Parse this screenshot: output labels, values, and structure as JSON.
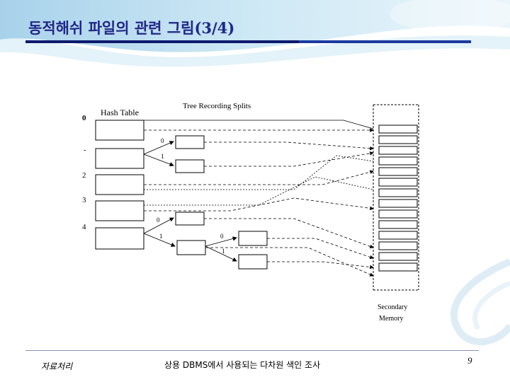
{
  "slide": {
    "title": "동적해쉬 파일의 관련 그림(3/4)",
    "footer_left": "자료처리",
    "footer_center": "상용 DBMS에서 사용되는 다차원 색인 조사",
    "page_number": "9"
  },
  "diagram": {
    "hash_table_label": "Hash Table",
    "tree_label": "Tree Recording Splits",
    "secondary_memory_label_1": "Secondary",
    "secondary_memory_label_2": "Memory",
    "index_labels": [
      "0",
      "-",
      "2",
      "3",
      "4"
    ],
    "split_labels": [
      "0",
      "1",
      "0",
      "1",
      "0",
      "1"
    ]
  }
}
